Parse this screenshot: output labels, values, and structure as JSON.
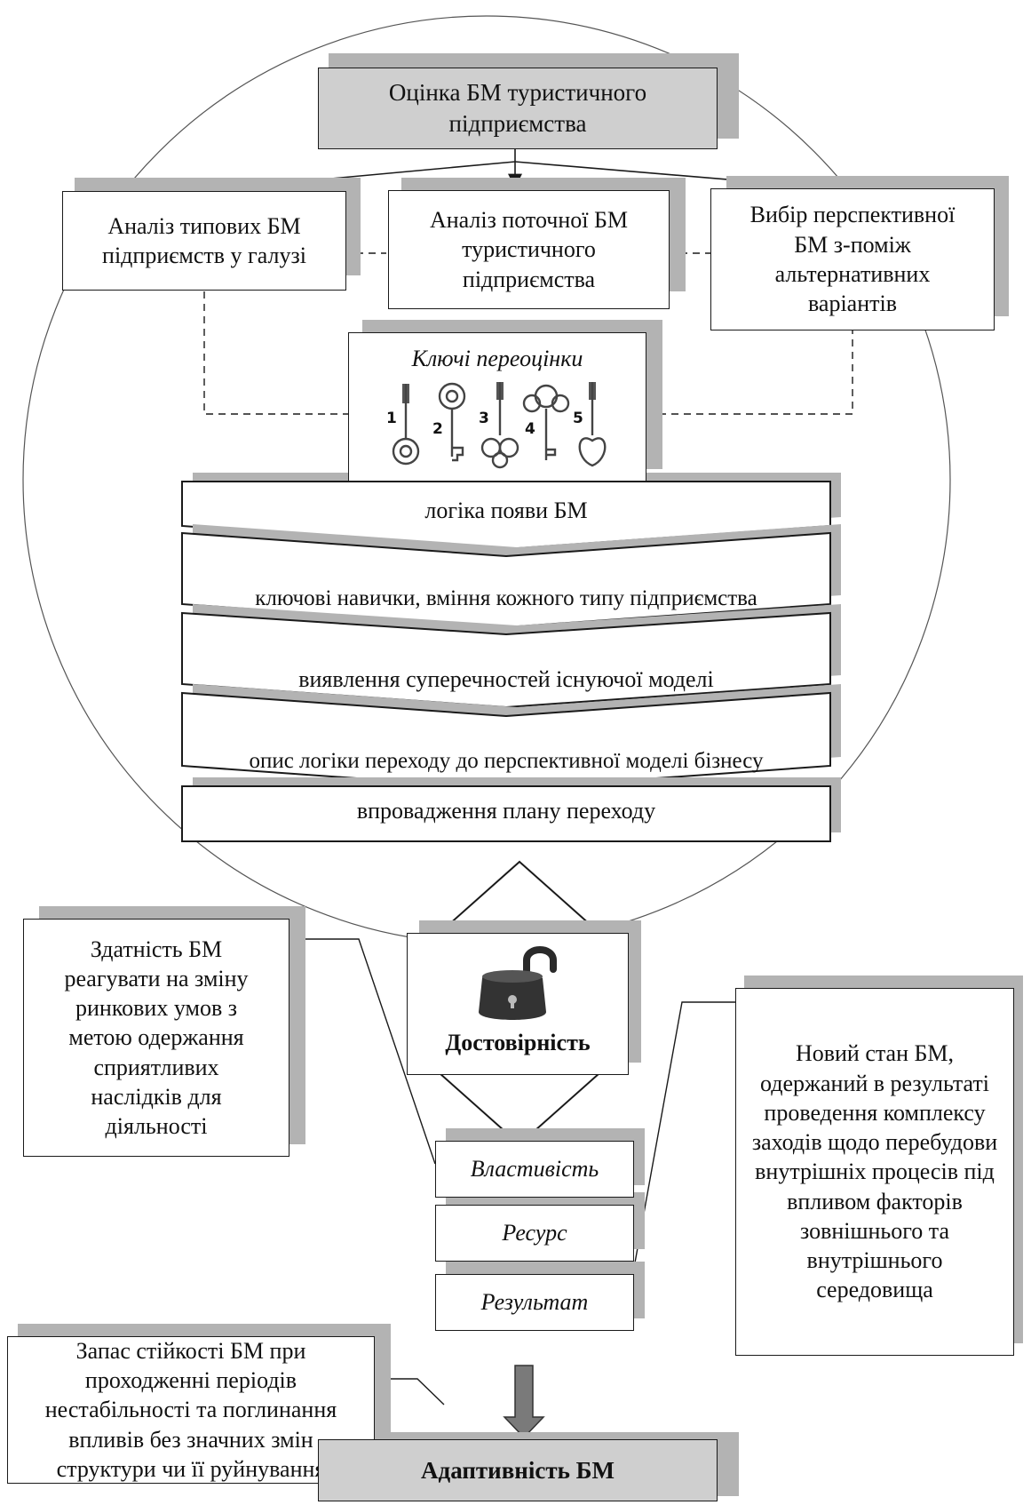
{
  "top": {
    "title": "Оцінка БМ туристичного підприємства"
  },
  "analysis": {
    "left": "Аналіз типових БМ підприємств у галузі",
    "center": "Аналіз поточної БМ туристичного підприємства",
    "right": "Вибір перспективної БМ з-поміж альтернативних варіантів"
  },
  "keys": {
    "title": "Ключі переоцінки",
    "numbers": [
      "1",
      "2",
      "3",
      "4",
      "5"
    ]
  },
  "stages": [
    "логіка появи БМ",
    "ключові навички, вміння кожного типу підприємства",
    "виявлення суперечностей існуючої моделі",
    "опис логіки переходу до перспективної моделі бізнесу",
    "впровадження плану переходу"
  ],
  "reliability": {
    "label": "Достовірність"
  },
  "properties": {
    "property": "Властивість",
    "resource": "Ресурс",
    "result": "Результат"
  },
  "descriptions": {
    "ability": "Здатність БМ реагувати на зміну ринкових умов з метою одержання сприятливих наслідків для діяльності",
    "reserve": "Запас стійкості БМ при проходженні періодів нестабільності та поглинання впливів без значних змін структури чи її руйнування",
    "new_state": "Новий стан БМ, одержаний в результаті проведення комплексу заходів щодо перебудови внутрішніх процесів під впливом факторів зовнішнього та внутрішнього середовища"
  },
  "bottom": {
    "title": "Адаптивність БМ"
  },
  "colors": {
    "grey_box": "#cfcfcf",
    "shadow": "#b3b3b3",
    "line": "#1a1a1a",
    "arrow_fill": "#7a7a7a"
  }
}
